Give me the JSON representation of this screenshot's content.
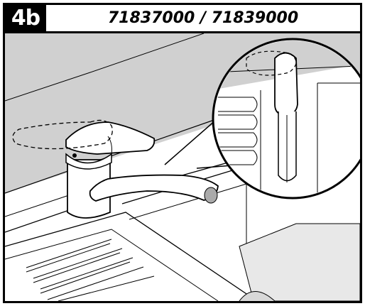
{
  "header": {
    "step_label": "4b",
    "model_numbers": "71837000 / 71839000"
  },
  "colors": {
    "wall": "#d0d0d0",
    "line": "#000000",
    "background": "#ffffff"
  },
  "icons": [
    "faucet-illustration",
    "lever-detail-magnifier"
  ]
}
